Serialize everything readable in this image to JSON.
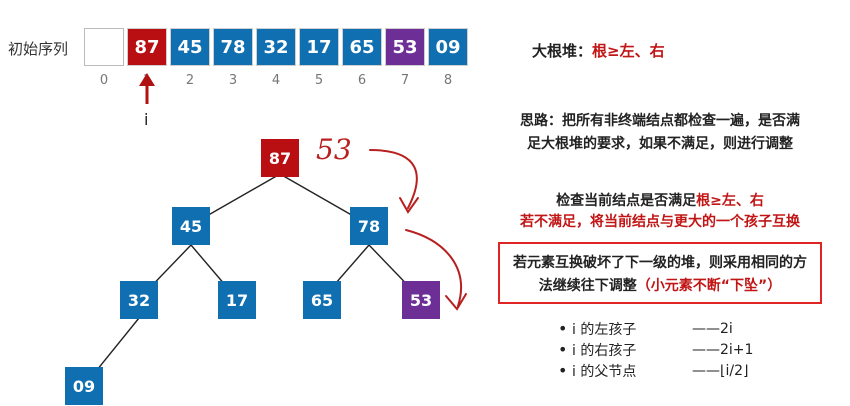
{
  "sequence_label": "初始序列",
  "array": [
    {
      "index": "0",
      "value": "",
      "color": "empty"
    },
    {
      "index": "1",
      "value": "87",
      "color": "red"
    },
    {
      "index": "2",
      "value": "45",
      "color": "blue"
    },
    {
      "index": "3",
      "value": "78",
      "color": "blue"
    },
    {
      "index": "4",
      "value": "32",
      "color": "blue"
    },
    {
      "index": "5",
      "value": "17",
      "color": "blue"
    },
    {
      "index": "6",
      "value": "65",
      "color": "blue"
    },
    {
      "index": "7",
      "value": "53",
      "color": "purple"
    },
    {
      "index": "8",
      "value": "09",
      "color": "blue"
    }
  ],
  "pointer_label": "i",
  "tree": {
    "n87": "87",
    "n45": "45",
    "n78": "78",
    "n32": "32",
    "n17": "17",
    "n65": "65",
    "n53": "53",
    "n09": "09"
  },
  "handwritten_note": "53",
  "heap_def": {
    "prefix": "大根堆：",
    "rule": "根≥左、右"
  },
  "idea": {
    "line1": "思路：把所有非终端结点都检查一遍，是否满",
    "line2": "足大根堆的要求，如果不满足，则进行调整"
  },
  "check": {
    "line1_prefix": "检查当前结点是否满足",
    "line1_rule": "根≥左、右",
    "line2": "若不满足，将当前结点与更大的一个孩子互换"
  },
  "boxed": {
    "line1": "若元素互换破坏了下一级的堆，则采用相同的方",
    "line2_prefix": "法继续往下调整",
    "line2_red": "（小元素不断“下坠”）"
  },
  "relations": [
    {
      "key": "i 的左孩子",
      "val": "——2i"
    },
    {
      "key": "i 的右孩子",
      "val": "——2i+1"
    },
    {
      "key": "i 的父节点",
      "val": "——⌊i/2⌋"
    }
  ],
  "colors": {
    "blue": "#0f6fb0",
    "red": "#b90f13",
    "purple": "#6d2f96",
    "accent": "#c21616"
  }
}
